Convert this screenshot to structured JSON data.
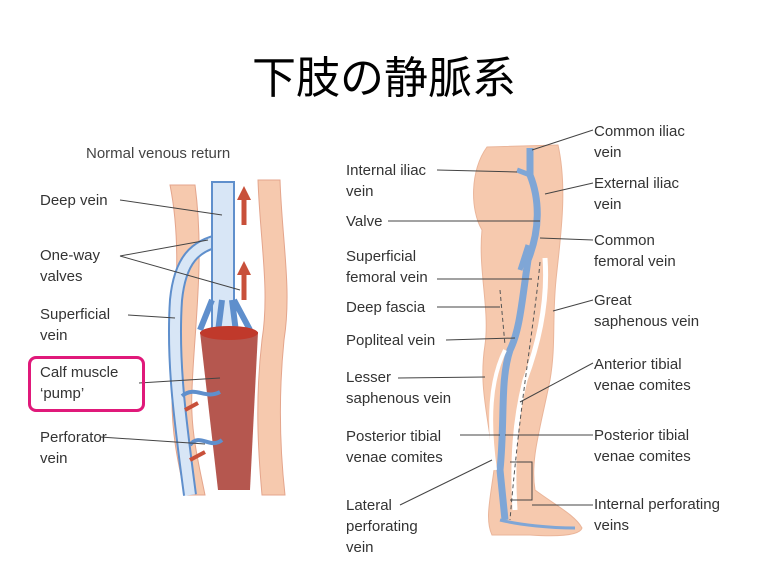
{
  "title": "下肢の静脈系",
  "left_diagram": {
    "subtitle": "Normal venous return",
    "labels": {
      "deep_vein": "Deep vein",
      "one_way_valves": "One-way\nvalves",
      "superficial_vein": "Superficial\nvein",
      "calf_muscle_pump": "Calf muscle\n‘pump’",
      "perforator_vein": "Perforator\nvein"
    }
  },
  "right_diagram": {
    "labels_left": {
      "internal_iliac": "Internal iliac\nvein",
      "valve": "Valve",
      "superficial_femoral": "Superficial\nfemoral vein",
      "deep_fascia": "Deep fascia",
      "popliteal": "Popliteal vein",
      "lesser_saphenous": "Lesser\nsaphenous vein",
      "posterior_tibial": "Posterior tibial\nvenae comites",
      "lateral_perforating": "Lateral\nperforating\nvein"
    },
    "labels_right": {
      "common_iliac": "Common iliac\nvein",
      "external_iliac": "External iliac\nvein",
      "common_femoral": "Common\nfemoral vein",
      "great_saphenous": "Great\nsaphenous vein",
      "anterior_tibial": "Anterior tibial\nvenae comites",
      "posterior_tibial": "Posterior tibial\nvenae comites",
      "internal_perforating": "Internal perforating\nveins"
    }
  },
  "colors": {
    "skin": "#f6c9ae",
    "vein": "#7fa6d6",
    "muscle": "#b5574f",
    "highlight": "#e0197a",
    "arrow": "#c8503a"
  }
}
